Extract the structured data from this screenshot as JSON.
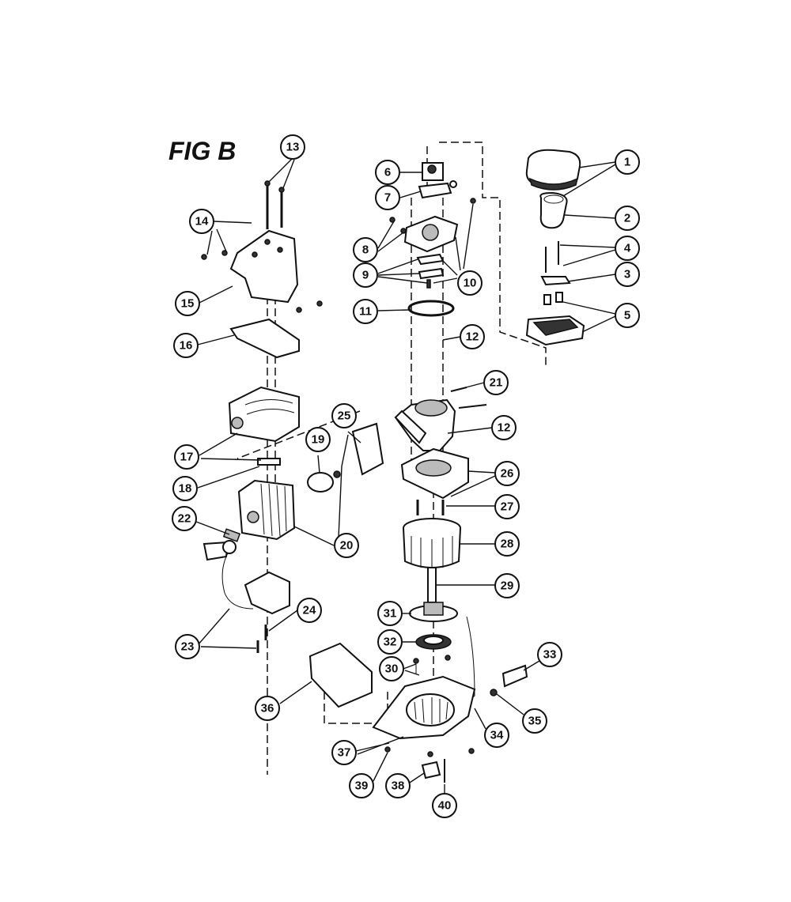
{
  "figure": {
    "title": "FIG B"
  },
  "callouts": [
    "1",
    "2",
    "3",
    "4",
    "5",
    "6",
    "7",
    "8",
    "9",
    "10",
    "11",
    "12",
    "12",
    "13",
    "14",
    "15",
    "16",
    "17",
    "18",
    "19",
    "20",
    "21",
    "22",
    "23",
    "24",
    "25",
    "26",
    "27",
    "28",
    "29",
    "30",
    "31",
    "32",
    "33",
    "34",
    "35",
    "36",
    "37",
    "38",
    "39",
    "40"
  ]
}
